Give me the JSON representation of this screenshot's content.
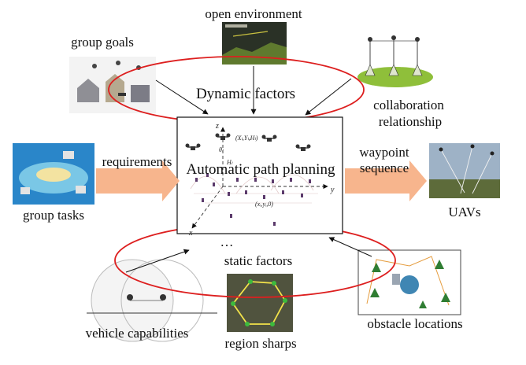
{
  "diagram": {
    "center": {
      "title": "Automatic path planning",
      "axis_z": "z",
      "axis_y": "y",
      "axis_x": "x",
      "point_top": "(Xₗ,Yₗ,Hₗ)",
      "point_bottom": "(xᵢ,yᵢ,0)",
      "theta": "θₗ",
      "h": "Hₗ"
    },
    "dynamic": {
      "label": "Dynamic factors",
      "inputs": {
        "group_goals": "group goals",
        "open_environment": "open environment",
        "collaboration_line1": "collaboration",
        "collaboration_line2": "relationship"
      }
    },
    "static": {
      "label": "static factors",
      "ellipsis": "…",
      "inputs": {
        "vehicle_capabilities": "vehicle capabilities",
        "region_sharps": "region sharps",
        "obstacle_locations": "obstacle locations"
      }
    },
    "left": {
      "arrow_label": "requirements",
      "caption": "group tasks"
    },
    "right": {
      "arrow_label_line1": "waypoint",
      "arrow_label_line2": "sequence",
      "caption": "UAVs"
    },
    "colors": {
      "ellipse": "#dd1f1f",
      "arrow_fill": "#f7b58d",
      "box": "#111111"
    }
  }
}
